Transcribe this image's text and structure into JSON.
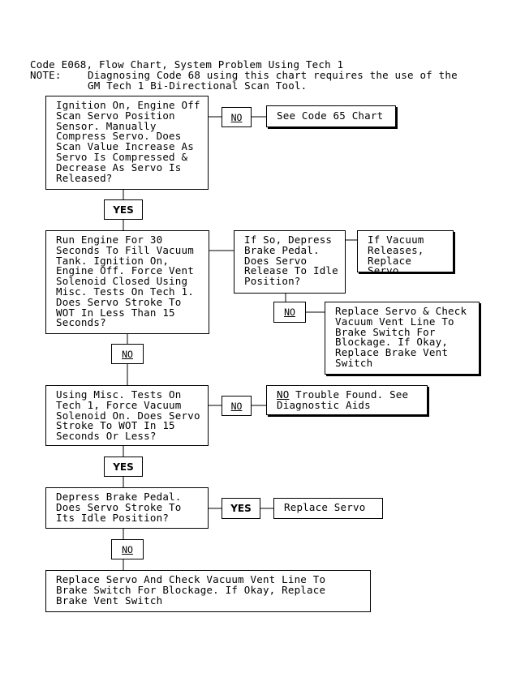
{
  "header": {
    "title": "Code E068, Flow Chart, System Problem Using Tech 1",
    "note_label": "NOTE:",
    "note_line1": "Diagnosing Code 68 using this chart requires the use of the",
    "note_line2": "GM Tech 1 Bi-Directional Scan Tool."
  },
  "boxes": {
    "q1": "Ignition On, Engine Off\nScan Servo Position\nSensor. Manually\nCompress Servo. Does\nScan Value Increase As\nServo Is Compressed &\nDecrease As Servo Is\nReleased?",
    "code65": "See Code 65 Chart",
    "q2": "Run Engine For 30\nSeconds To Fill Vacuum\nTank. Ignition On,\nEngine Off. Force Vent\nSolenoid Closed Using\nMisc. Tests On Tech 1.\nDoes Servo Stroke To\nWOT In Less Than 15\nSeconds?",
    "q2b": "If So, Depress\nBrake Pedal.\nDoes Servo\nRelease To Idle\nPosition?",
    "vac_release": "If Vacuum\nReleases,\nReplace Servo",
    "replace_check": "Replace Servo & Check\nVacuum Vent Line To\nBrake Switch For\nBlockage. If Okay,\nReplace Brake Vent\nSwitch",
    "q3": "Using Misc. Tests On\nTech 1, Force Vacuum\nSolenoid On. Does Servo\nStroke To WOT In 15\nSeconds Or Less?",
    "no_trouble_no": "NO",
    "no_trouble_rest": " Trouble Found. See\nDiagnostic Aids",
    "q4": "Depress Brake Pedal.\nDoes Servo Stroke To\nIts Idle Position?",
    "replace_servo": "Replace Servo",
    "final": "Replace Servo And Check Vacuum Vent Line To\nBrake Switch For Blockage. If Okay, Replace\nBrake Vent Switch"
  },
  "answers": {
    "yes": "YES",
    "no": "NO"
  }
}
